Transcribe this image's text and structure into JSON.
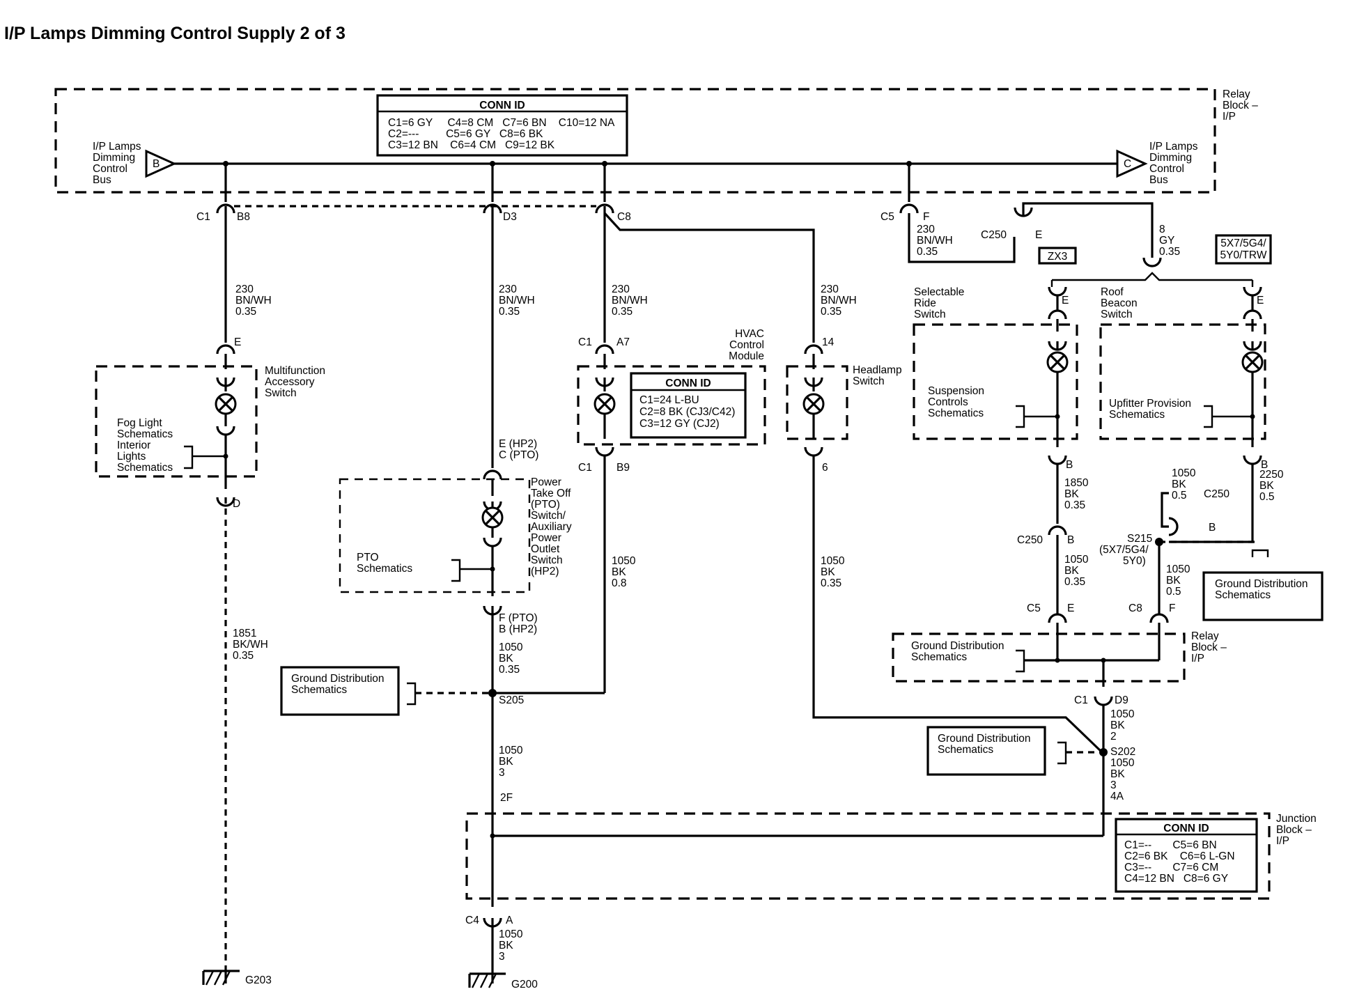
{
  "title": "I/P Lamps Dimming Control Supply 2 of 3",
  "relay_block": {
    "label": [
      "Relay",
      "Block –",
      "I/P"
    ],
    "label2": [
      "Relay",
      "Block –",
      "I/P"
    ],
    "conn_id": {
      "header": "CONN ID",
      "rows": [
        "C1=6 GY     C4=8 CM   C7=6 BN    C10=12 NA",
        "C2=---         C5=6 GY   C8=6 BK",
        "C3=12 BN    C6=4 CM   C9=12 BK"
      ]
    },
    "bus_left": {
      "letter": "B",
      "label": [
        "I/P Lamps",
        "Dimming",
        "Control",
        "Bus"
      ]
    },
    "bus_right": {
      "letter": "C",
      "label": [
        "I/P Lamps",
        "Dimming",
        "Control",
        "Bus"
      ]
    }
  },
  "pins": {
    "c1": "C1",
    "b8": "B8",
    "d3": "D3",
    "c8": "C8",
    "c5": "C5",
    "f": "F",
    "c250": "C250",
    "e": "E",
    "a7": "A7",
    "b9": "B9",
    "p14": "14",
    "p6": "6",
    "e_hp2": "E (HP2)",
    "c_pto": "C (PTO)",
    "f_pto": "F (PTO)",
    "b_hp2": "B (HP2)",
    "d": "D",
    "b": "B",
    "c250b": "C250",
    "c5b": "C5",
    "c8b": "C8",
    "d9": "D9",
    "c4": "C4",
    "a": "A",
    "p2f": "2F",
    "c250c": "C250"
  },
  "wires": {
    "w1": [
      "230",
      "BN/WH",
      "0.35"
    ],
    "w2": [
      "230",
      "BN/WH",
      "0.35"
    ],
    "w3": [
      "230",
      "BN/WH",
      "0.35"
    ],
    "w4": [
      "230",
      "BN/WH",
      "0.35"
    ],
    "w5": [
      "230",
      "BN/WH",
      "0.35"
    ],
    "w6": [
      "8",
      "GY",
      "0.35"
    ],
    "w7": [
      "1851",
      "BK/WH",
      "0.35"
    ],
    "w8": [
      "1050",
      "BK",
      "0.35"
    ],
    "w9": [
      "1050",
      "BK",
      "0.8"
    ],
    "w10": [
      "1050",
      "BK",
      "0.35"
    ],
    "w11": [
      "1050",
      "BK",
      "3"
    ],
    "w12": [
      "1050",
      "BK",
      "3"
    ],
    "w13": [
      "1850",
      "BK",
      "0.35"
    ],
    "w14": [
      "1050",
      "BK",
      "0.35"
    ],
    "w15": [
      "1050",
      "BK",
      "0.5"
    ],
    "w16": [
      "2250",
      "BK",
      "0.5"
    ],
    "w17": [
      "1050",
      "BK",
      "0.5"
    ],
    "w18": [
      "1050",
      "BK",
      "2"
    ],
    "w19": [
      "1050",
      "BK",
      "3",
      "4A"
    ]
  },
  "options": {
    "zx3": "ZX3",
    "roof_opt": "5X7/5G4/\n5Y0/TRW"
  },
  "components": {
    "multifunction": [
      "Multifunction",
      "Accessory",
      "Switch"
    ],
    "fog": [
      "Fog Light",
      "Schematics",
      "Interior",
      "Lights",
      "Schematics"
    ],
    "pto_switch": [
      "Power",
      "Take Off",
      "(PTO)",
      "Switch/",
      "Auxiliary",
      "Power",
      "Outlet",
      "Switch",
      "(HP2)"
    ],
    "pto_schem": [
      "PTO",
      "Schematics"
    ],
    "hvac": [
      "HVAC",
      "Control",
      "Module"
    ],
    "hvac_conn": {
      "header": "CONN ID",
      "rows": [
        "C1=24 L-BU",
        "C2=8 BK (CJ3/C42)",
        "C3=12 GY (CJ2)"
      ]
    },
    "headlamp": [
      "Headlamp",
      "Switch"
    ],
    "selectable": [
      "Selectable",
      "Ride",
      "Switch"
    ],
    "suspension": [
      "Suspension",
      "Controls",
      "Schematics"
    ],
    "roof": [
      "Roof",
      "Beacon",
      "Switch"
    ],
    "upfitter": [
      "Upfitter Provision",
      "Schematics"
    ]
  },
  "grounds": {
    "gd1": [
      "Ground Distribution",
      "Schematics"
    ],
    "gd2": [
      "Ground Distribution",
      "Schematics"
    ],
    "gd3": [
      "Ground Distribution",
      "Schematics"
    ],
    "gd4": [
      "Ground Distribution",
      "Schematics"
    ],
    "g203": "G203",
    "g200": "G200"
  },
  "splices": {
    "s205": "S205",
    "s202": "S202",
    "s215": [
      "S215",
      "(5X7/5G4/",
      "5Y0)"
    ]
  },
  "junction_block": {
    "label": [
      "Junction",
      "Block –",
      "I/P"
    ],
    "conn_id": {
      "header": "CONN ID",
      "rows": [
        "C1=--       C5=6 BN",
        "C2=6 BK    C6=6 L-GN",
        "C3=--       C7=6 CM",
        "C4=12 BN   C8=6 GY"
      ]
    }
  }
}
